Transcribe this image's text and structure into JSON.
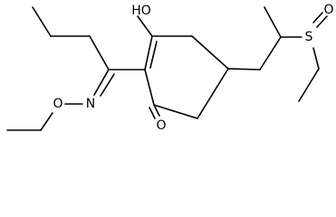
{
  "molecule": {
    "atoms": [
      {
        "symbol": "HO"
      },
      {
        "symbol": "N"
      },
      {
        "symbol": "O"
      },
      {
        "symbol": "O"
      },
      {
        "symbol": "S"
      },
      {
        "symbol": "O"
      }
    ],
    "line_color": "#000000",
    "background": "#ffffff"
  }
}
